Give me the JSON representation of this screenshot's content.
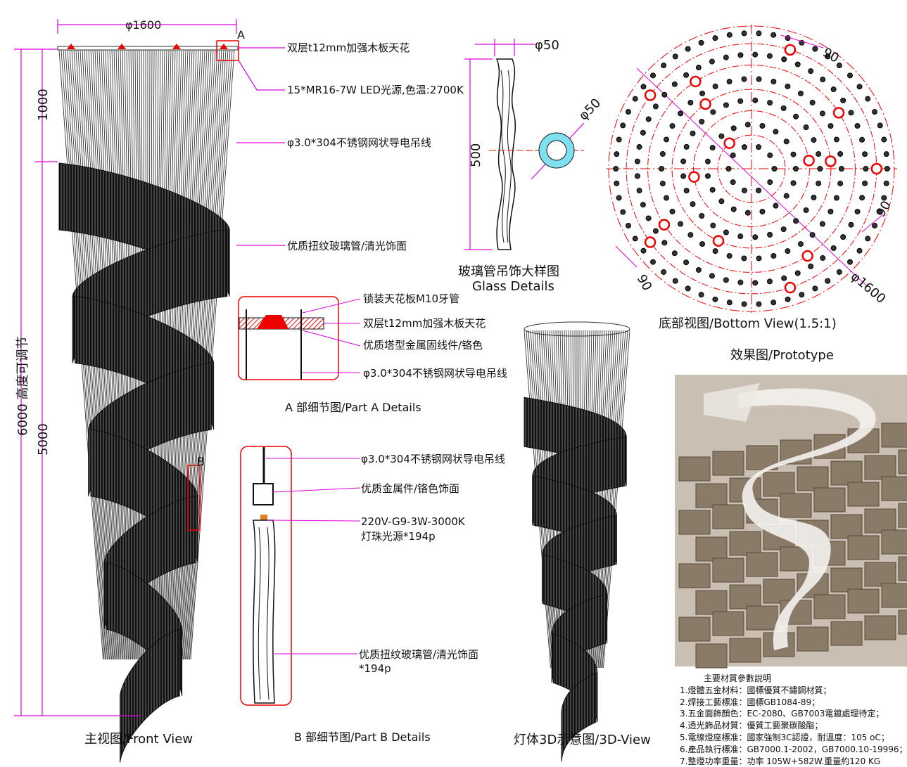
{
  "front_view": {
    "caption": "主视图/Front View",
    "width_dim": "φ1600",
    "total_height_dim": "6000 高度可调节",
    "top_height_dim": "1000",
    "bottom_height_dim": "5000",
    "marker_a": "A",
    "marker_b": "B",
    "callouts": [
      "双层t12mm加强木板天花",
      "15*MR16-7W LED光源,色温:2700K",
      "φ3.0*304不锈钢网状导电吊线",
      "优质扭纹玻璃管/清光饰面"
    ]
  },
  "glass_details": {
    "caption_cn": "玻璃管吊饰大样图",
    "caption_en": "Glass Details",
    "diameter_dim": "φ50",
    "diameter_dim2": "φ50",
    "length_dim": "500"
  },
  "bottom_view": {
    "caption": "底部视图/Bottom View(1.5:1)",
    "dims": [
      "90",
      "90",
      "90"
    ],
    "diameter_dim": "φ1600",
    "ring_radii_fraction": [
      0.95,
      0.8,
      0.63,
      0.48,
      0.31,
      0.16
    ]
  },
  "part_a": {
    "caption": "A 部细节图/Part A Details",
    "callouts": [
      "锁装天花板M10牙管",
      "双层t12mm加强木板天花",
      "优质塔型金属固线件/铬色",
      "φ3.0*304不锈钢网状导电吊线"
    ]
  },
  "part_b": {
    "caption": "B 部细节图/Part B Details",
    "callouts": [
      "φ3.0*304不锈钢网状导电吊线",
      "优质金属件/铬色饰面",
      "220V-G9-3W-3000K",
      "灯珠光源*194p",
      "优质扭纹玻璃管/清光饰面",
      "*194p"
    ]
  },
  "view_3d": {
    "caption": "灯体3D示意图/3D-View"
  },
  "prototype": {
    "caption": "效果图/Prototype"
  },
  "specs": {
    "title": "主要材質參數說明",
    "items": [
      "1.燈體五金材料：國標優質不鏽鋼材質；",
      "2.焊接工藝標准：國標GB1084-89；",
      "3.五金面飾顏色：EC-2080、GB7003電鍍處理待定；",
      "4.透光飾品材質：優質工藝聚碳酸酯；",
      "5.電線燈座標准：國家強制3C認證，耐溫度：105 oC；",
      "6.產品執行標准：GB7000.1-2002，GB7000.10-19996；",
      "7.整燈功率重量：功率 105W+582W.重量約120 KG"
    ]
  },
  "colors": {
    "dim": "#e000e0",
    "red": "#e00000",
    "ink": "#111111",
    "cyan": "#7fe0f0"
  }
}
